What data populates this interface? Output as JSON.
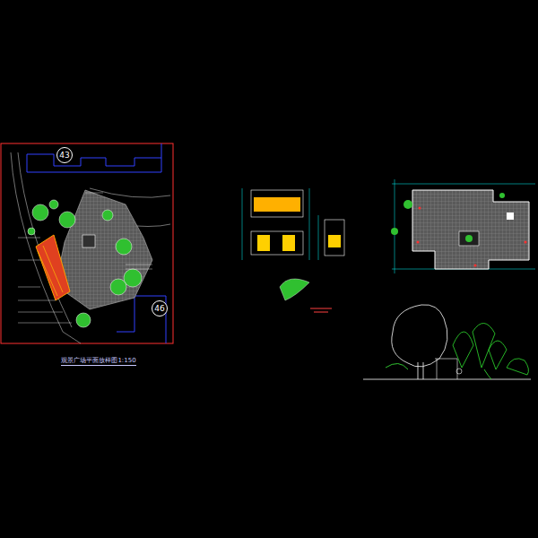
{
  "diagram": {
    "caption": "观景广场平面放样图1:150",
    "nodes": [
      {
        "text": [
          "43"
        ]
      },
      {
        "text": [
          "46"
        ]
      }
    ]
  }
}
